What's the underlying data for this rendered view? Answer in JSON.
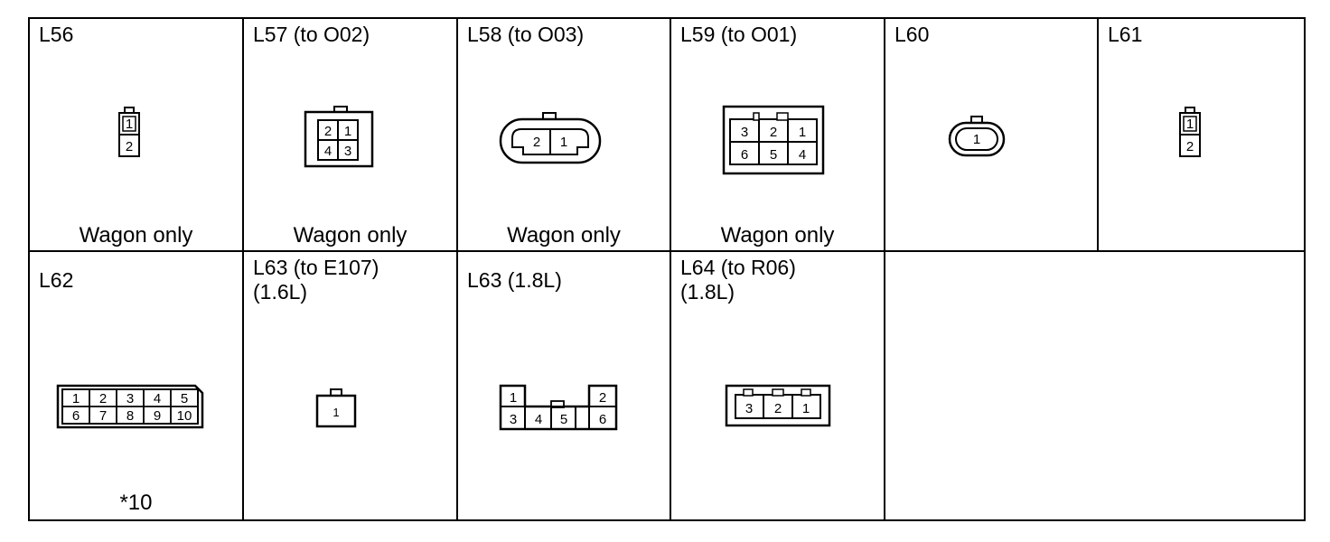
{
  "connectors": [
    {
      "id": "L56",
      "title": "L56",
      "note": "Wagon only",
      "pins": [
        "1",
        "2"
      ]
    },
    {
      "id": "L57",
      "title": "L57 (to O02)",
      "note": "Wagon only",
      "pins": [
        "2",
        "1",
        "4",
        "3"
      ]
    },
    {
      "id": "L58",
      "title": "L58 (to O03)",
      "note": "Wagon only",
      "pins": [
        "2",
        "1"
      ]
    },
    {
      "id": "L59",
      "title": "L59 (to O01)",
      "note": "Wagon only",
      "pins": [
        "3",
        "2",
        "1",
        "6",
        "5",
        "4"
      ]
    },
    {
      "id": "L60",
      "title": "L60",
      "note": "",
      "pins": [
        "1"
      ]
    },
    {
      "id": "L61",
      "title": "L61",
      "note": "",
      "pins": [
        "1",
        "2"
      ]
    },
    {
      "id": "L62",
      "title": "L62",
      "note": "*10",
      "pins": [
        "1",
        "2",
        "3",
        "4",
        "5",
        "6",
        "7",
        "8",
        "9",
        "10"
      ]
    },
    {
      "id": "L63-1.6L",
      "title": "L63 (to E107)\n(1.6L)",
      "note": "",
      "pins": [
        "1"
      ]
    },
    {
      "id": "L63-1.8L",
      "title": "L63 (1.8L)",
      "note": "",
      "pins": [
        "1",
        "2",
        "3",
        "4",
        "5",
        "6"
      ]
    },
    {
      "id": "L64",
      "title": "L64 (to R06)\n(1.8L)",
      "note": "",
      "pins": [
        "3",
        "2",
        "1"
      ]
    }
  ]
}
